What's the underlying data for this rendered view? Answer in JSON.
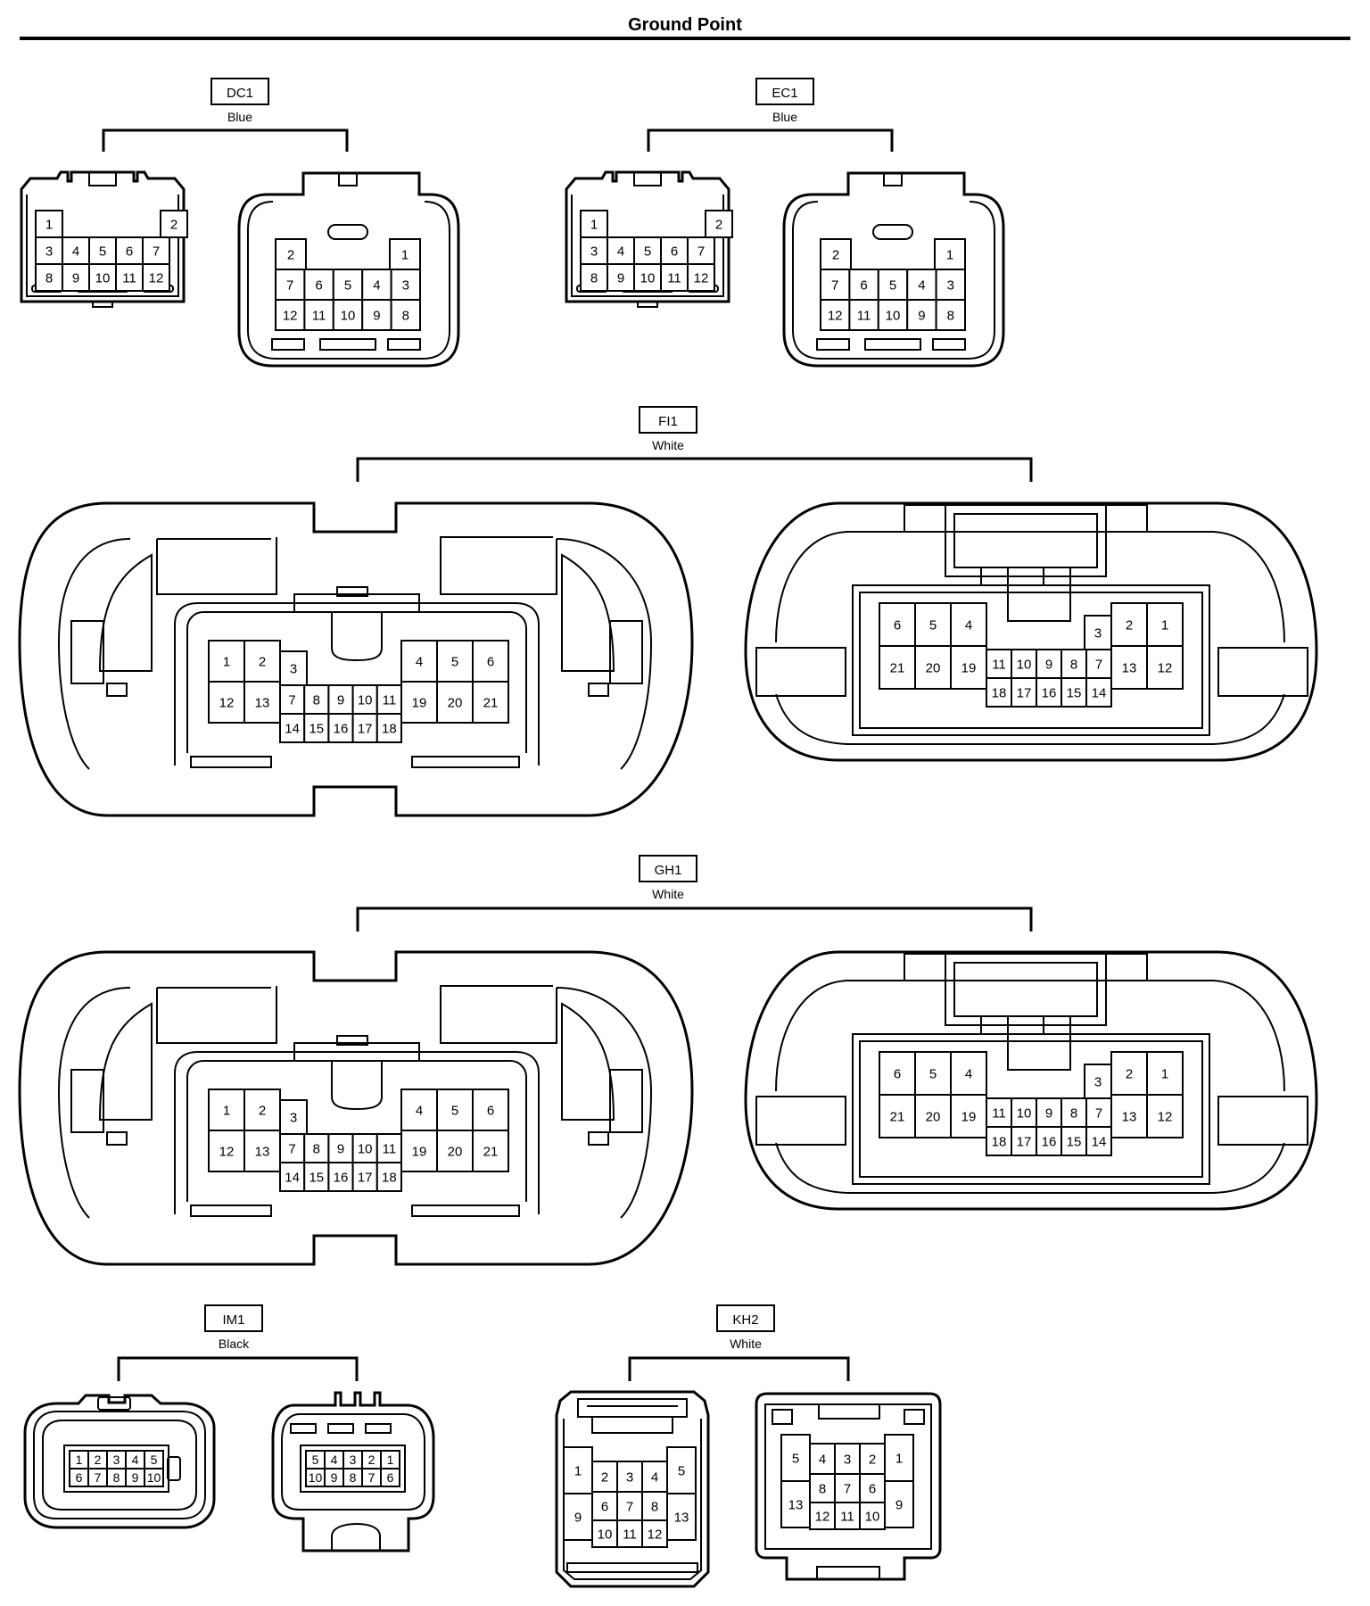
{
  "title": "Ground Point",
  "connectors": [
    {
      "id": "dc1",
      "code": "DC1",
      "color": "Blue"
    },
    {
      "id": "ec1",
      "code": "EC1",
      "color": "Blue"
    },
    {
      "id": "fi1",
      "code": "FI1",
      "color": "White"
    },
    {
      "id": "gh1",
      "code": "GH1",
      "color": "White"
    },
    {
      "id": "im1",
      "code": "IM1",
      "color": "Black"
    },
    {
      "id": "kh2",
      "code": "KH2",
      "color": "White"
    }
  ],
  "pinouts": {
    "small12_female": [
      [
        "1",
        "2"
      ],
      [
        "3",
        "4",
        "5",
        "6",
        "7"
      ],
      [
        "8",
        "9",
        "10",
        "11",
        "12"
      ]
    ],
    "small12_male": [
      [
        "2",
        "1"
      ],
      [
        "7",
        "6",
        "5",
        "4",
        "3"
      ],
      [
        "12",
        "11",
        "10",
        "9",
        "8"
      ]
    ],
    "large21_female": [
      [
        "1",
        "2",
        "3",
        "4",
        "5",
        "6"
      ],
      [
        "12",
        "13",
        "7",
        "8",
        "9",
        "10",
        "11",
        "19",
        "20",
        "21"
      ],
      [
        "14",
        "15",
        "16",
        "17",
        "18"
      ]
    ],
    "large21_male": [
      [
        "6",
        "5",
        "4",
        "3",
        "2",
        "1"
      ],
      [
        "21",
        "20",
        "19",
        "11",
        "10",
        "9",
        "8",
        "7",
        "13",
        "12"
      ],
      [
        "18",
        "17",
        "16",
        "15",
        "14"
      ]
    ],
    "im1_female": [
      [
        "1",
        "2",
        "3",
        "4",
        "5"
      ],
      [
        "6",
        "7",
        "8",
        "9",
        "10"
      ]
    ],
    "im1_male": [
      [
        "5",
        "4",
        "3",
        "2",
        "1"
      ],
      [
        "10",
        "9",
        "8",
        "7",
        "6"
      ]
    ],
    "kh2_female": [
      [
        "1",
        "2",
        "3",
        "4",
        "5"
      ],
      [
        "9",
        "6",
        "7",
        "8",
        "13"
      ],
      [
        "10",
        "11",
        "12"
      ]
    ],
    "kh2_male": [
      [
        "5",
        "4",
        "3",
        "2",
        "1"
      ],
      [
        "13",
        "8",
        "7",
        "6",
        "9"
      ],
      [
        "12",
        "11",
        "10"
      ]
    ]
  }
}
